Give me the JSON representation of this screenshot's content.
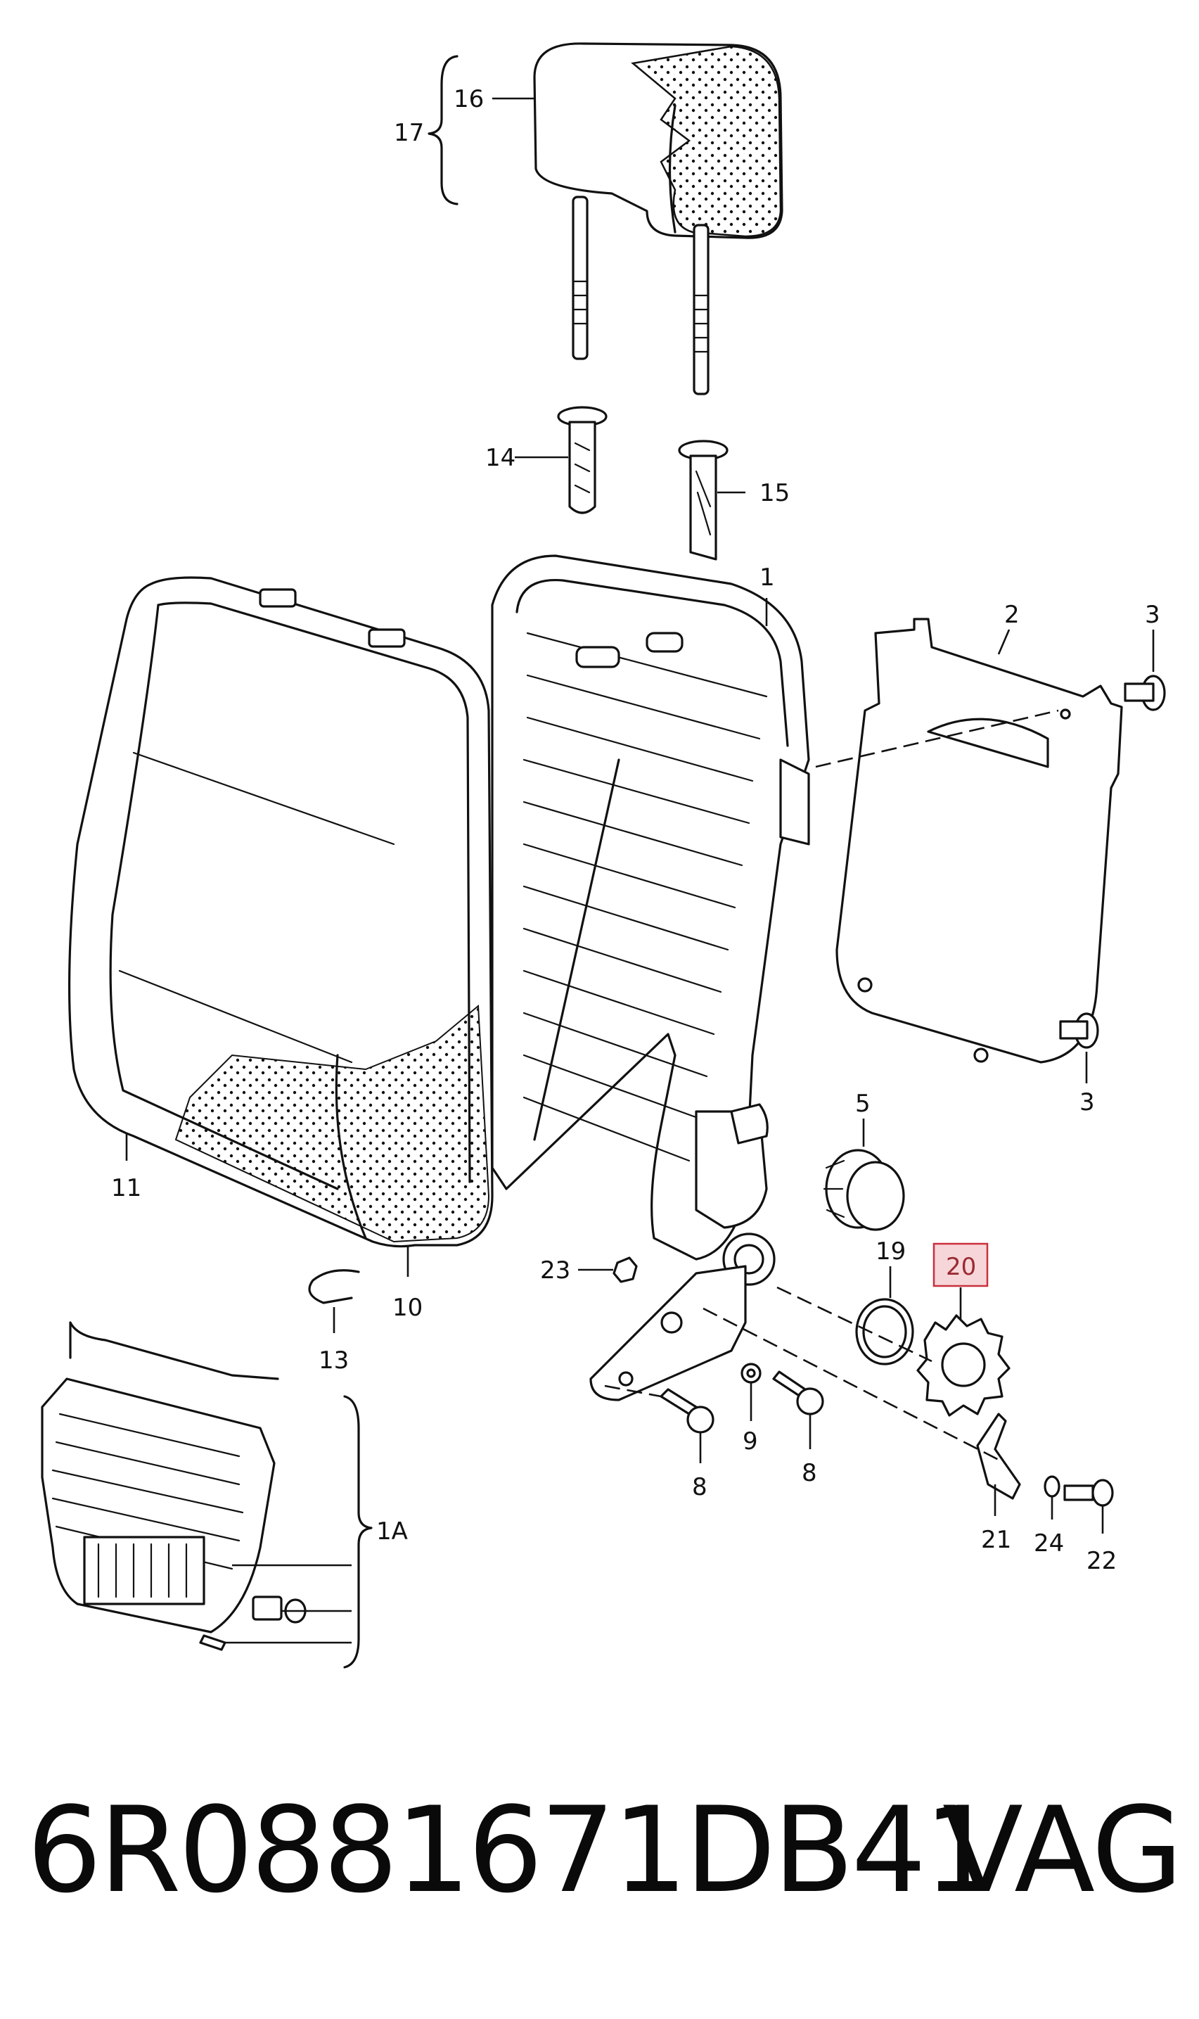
{
  "callouts": {
    "c1": "1",
    "c2": "2",
    "c3a": "3",
    "c3b": "3",
    "c5": "5",
    "c8a": "8",
    "c8b": "8",
    "c9": "9",
    "c10": "10",
    "c11": "11",
    "c13": "13",
    "c14": "14",
    "c15": "15",
    "c16": "16",
    "c17": "17",
    "c19": "19",
    "c20": "20",
    "c21": "21",
    "c22": "22",
    "c23": "23",
    "c24": "24",
    "c1A": "1A"
  },
  "highlighted_callout": "20",
  "colors": {
    "line": "#111111",
    "highlight_fill": "#f7d6d9",
    "highlight_border": "#c9303c"
  },
  "footer": {
    "part_number": "6R0881671DB41",
    "brand": "VAG"
  }
}
